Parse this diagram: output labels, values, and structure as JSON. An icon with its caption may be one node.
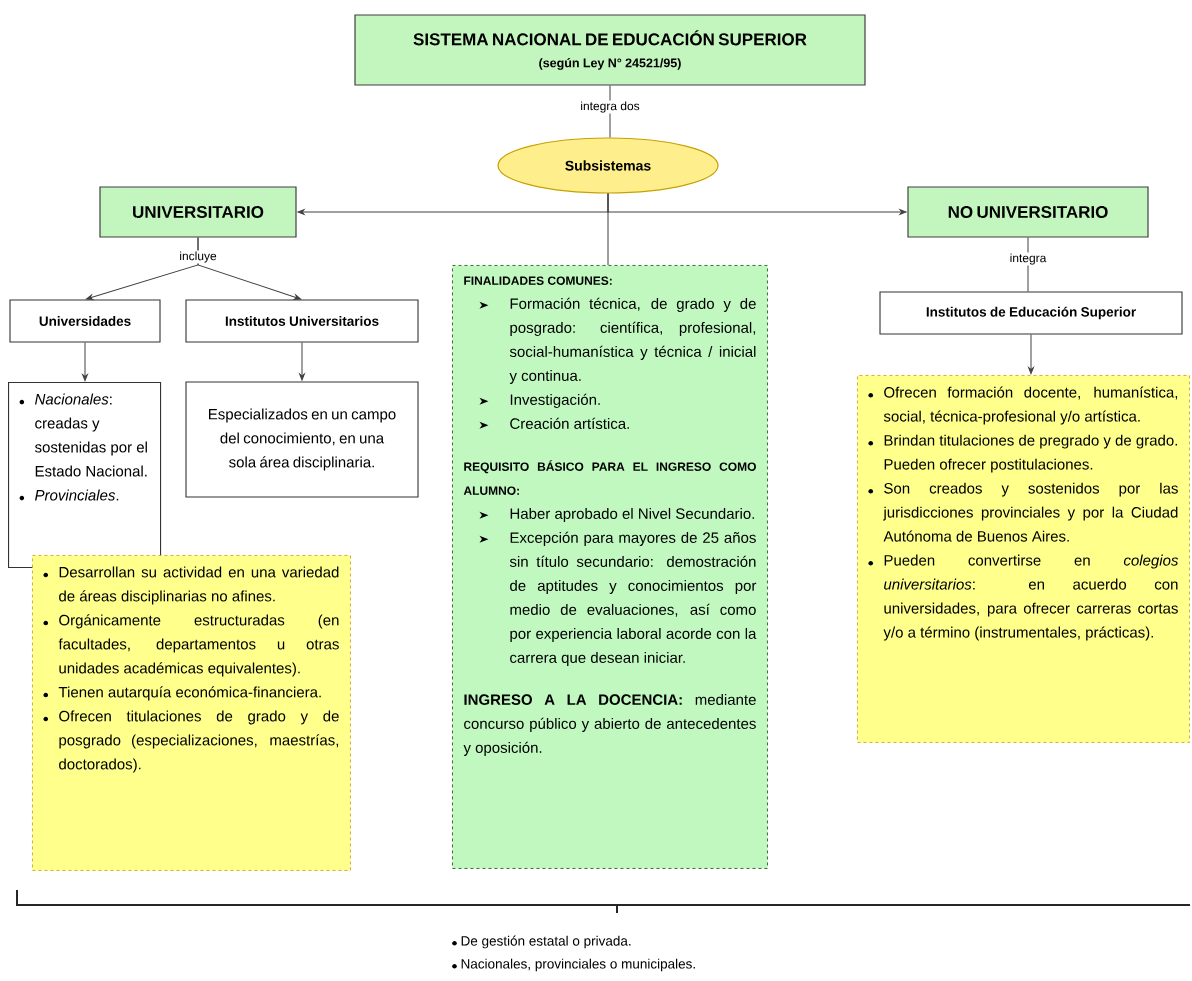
{
  "diagram": {
    "nodes": [
      {
        "text": [
          "SISTEMA NACIONAL DE EDUCACIÓN SUPERIOR",
          "(según Ley N° 24521/95)"
        ]
      },
      {
        "text": [
          "Subsistemas"
        ]
      },
      {
        "text": [
          "UNIVERSITARIO"
        ]
      },
      {
        "text": [
          "NO UNIVERSITARIO"
        ]
      },
      {
        "text": [
          "Universidades"
        ]
      },
      {
        "text": [
          "Institutos Universitarios"
        ]
      },
      {
        "text": [
          "*Nacionales*: creadas y sostenidas por el Estado Nacional.",
          "*Provinciales*."
        ]
      },
      {
        "text": [
          "Especializados en un campo del conocimiento, en una sola área disciplinaria."
        ]
      },
      {
        "text": [
          "Desarrollan su actividad en una variedad de áreas disciplinarias no afines.",
          "Orgánicamente estructuradas (en facultades, departamentos u otras unidades académicas equivalentes).",
          "Tienen autarquía económica-financiera.",
          "Ofrecen titulaciones de grado y de posgrado (especializaciones, maestrías, doctorados)."
        ]
      },
      {
        "text": [
          "FINALIDADES COMUNES:",
          "Formación técnica, de grado y de posgrado: científica, profesional, social-humanística y técnica / inicial y continua.",
          "Investigación.",
          "Creación artística.",
          "REQUISITO BÁSICO PARA EL INGRESO COMO ALUMNO:",
          "Haber aprobado el Nivel Secundario.",
          "Excepción para mayores de 25 años sin título secundario: demostración de aptitudes y conocimientos por medio de evaluaciones, así como por experiencia laboral acorde con la carrera que desean iniciar.",
          "**INGRESO A LA DOCENCIA:** mediante concurso público y abierto de antecedentes y oposición."
        ]
      },
      {
        "text": [
          "Institutos de Educación Superior"
        ]
      },
      {
        "text": [
          "Ofrecen formación docente, humanística, social, técnica-profesional y/o artística.",
          "Brindan titulaciones de pregrado y de grado. Pueden ofrecer postitulaciones.",
          "Son creados y sostenidos por las jurisdicciones provinciales y por la Ciudad Autónoma de Buenos Aires.",
          "Pueden convertirse en *colegios universitarios*: en acuerdo con universidades, para ofrecer carreras cortas y/o a término (instrumentales, prácticas)."
        ]
      }
    ],
    "edges": [
      {
        "from": 0,
        "to": 1,
        "arrow": "none",
        "label": "integra dos"
      },
      {
        "from": 1,
        "to": 2,
        "arrow": "to"
      },
      {
        "from": 1,
        "to": 3,
        "arrow": "to"
      },
      {
        "from": 1,
        "to": 9,
        "arrow": "none"
      },
      {
        "from": 2,
        "to": 4,
        "arrow": "to",
        "label": "incluye"
      },
      {
        "from": 2,
        "to": 5,
        "arrow": "to"
      },
      {
        "from": 4,
        "to": 6,
        "arrow": "to"
      },
      {
        "from": 5,
        "to": 7,
        "arrow": "to"
      },
      {
        "from": 3,
        "to": 10,
        "arrow": "none",
        "label": "integra"
      },
      {
        "from": 10,
        "to": 11,
        "arrow": "to"
      }
    ],
    "labels": [
      "De gestión estatal o privada.",
      "Nacionales, provinciales o municipales."
    ]
  }
}
